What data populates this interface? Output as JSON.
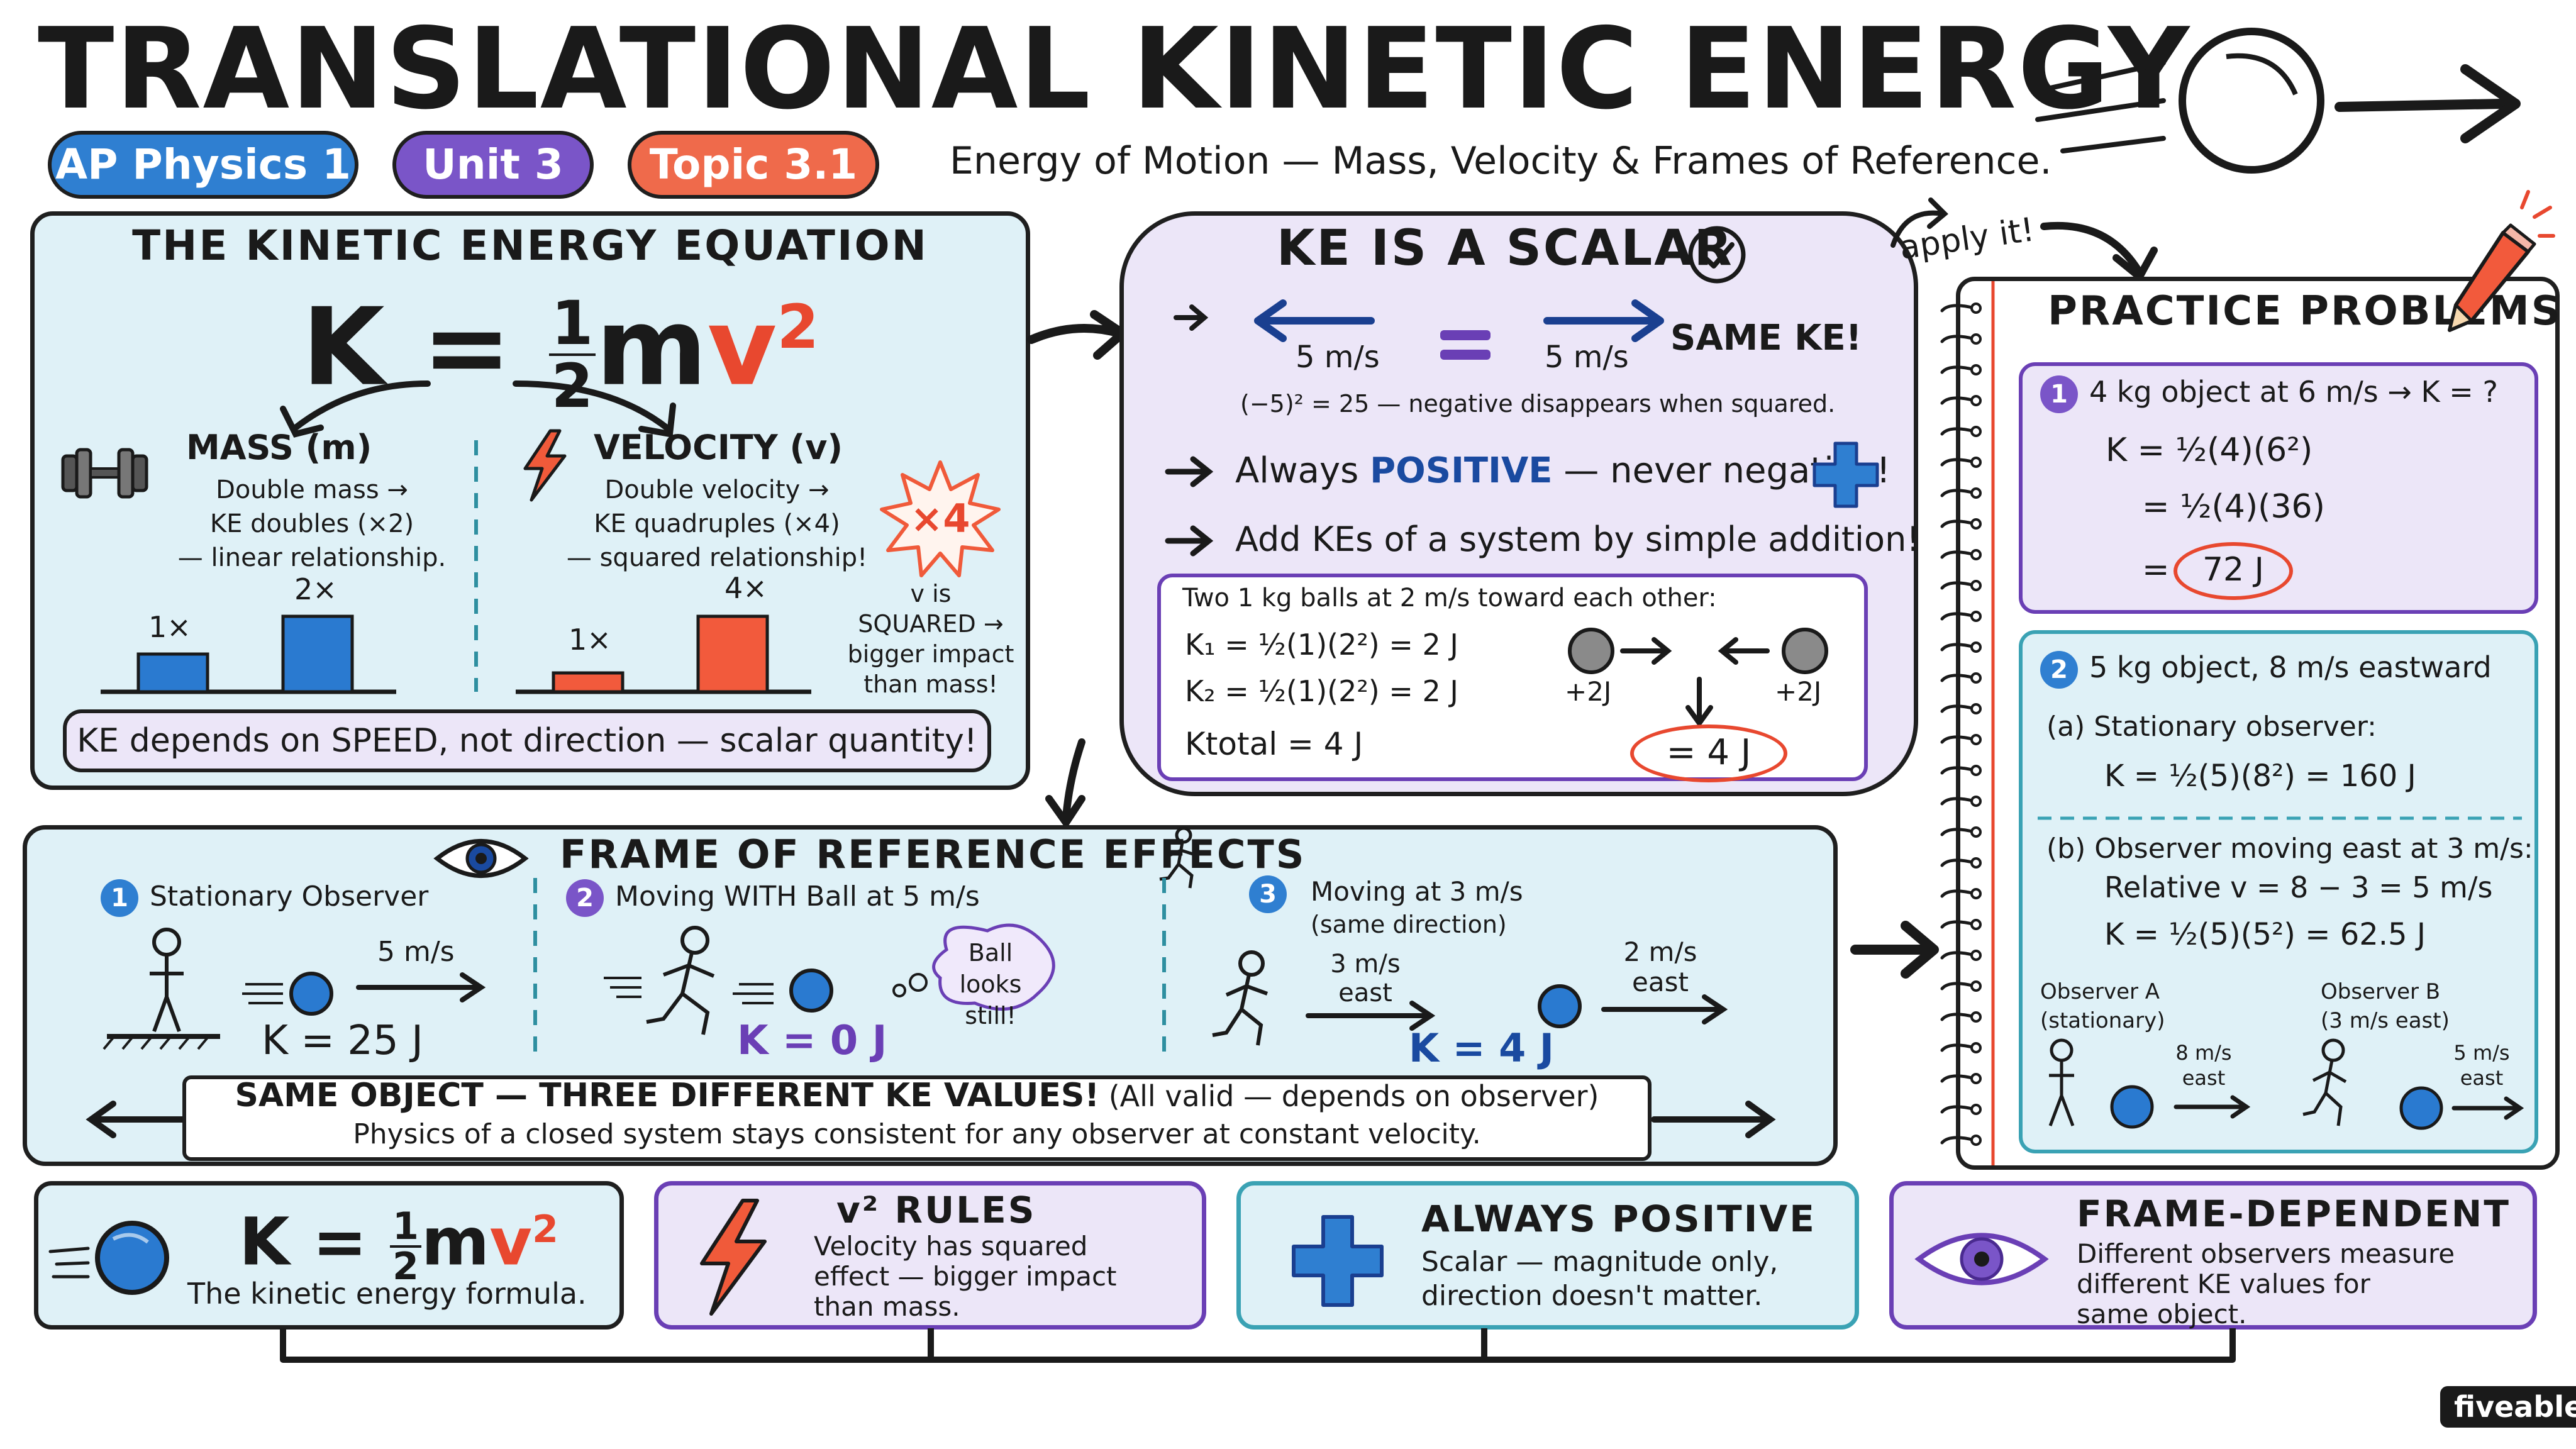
{
  "header": {
    "title": "TRANSLATIONAL KINETIC ENERGY",
    "badges": [
      "AP Physics 1",
      "Unit 3",
      "Topic 3.1"
    ],
    "subtitle": "Energy of Motion — Mass, Velocity & Frames of Reference."
  },
  "equation_panel": {
    "title": "THE KINETIC ENERGY EQUATION",
    "eq_k": "K =",
    "eq_num": "1",
    "eq_den": "2",
    "eq_m": "m",
    "eq_v": "v",
    "eq_exp": "2",
    "mass_heading": "MASS (m)",
    "mass_lines": [
      "Double mass →",
      "KE doubles (×2)",
      "— linear relationship."
    ],
    "mass_bar_labels": [
      "1×",
      "2×"
    ],
    "mass_bar_values": [
      1,
      2
    ],
    "velocity_heading": "VELOCITY (v)",
    "velocity_lines": [
      "Double velocity →",
      "KE quadruples (×4)",
      "— squared relationship!"
    ],
    "velocity_bar_labels": [
      "1×",
      "4×"
    ],
    "velocity_bar_values": [
      1,
      4
    ],
    "x4_badge": "×4",
    "v_note": [
      "v is",
      "SQUARED →",
      "bigger impact",
      "than mass!"
    ],
    "footer": "KE depends on SPEED, not direction — scalar quantity!"
  },
  "scalar_panel": {
    "title": "KE IS A SCALAR",
    "left_speed": "5 m/s",
    "right_speed": "5 m/s",
    "same": "SAME KE!",
    "square_note": "(−5)² = 25 — negative disappears when squared.",
    "always_prefix": "Always ",
    "always_positive": "POSITIVE",
    "always_suffix": " — never negative!",
    "add_line": "Add KEs of a system by simple addition!",
    "box_title": "Two 1 kg balls at 2 m/s toward each other:",
    "k1": "K₁ = ½(1)(2²) = 2 J",
    "k2": "K₂ = ½(1)(2²) = 2 J",
    "ktotal": "Ktotal = 4 J",
    "left_ball_label": "+2J",
    "right_ball_label": "+2J",
    "result": "= 4 J"
  },
  "apply": "apply it!",
  "practice": {
    "title": "PRACTICE PROBLEMS",
    "p1_num": "1",
    "p1_title": "4 kg object at 6 m/s → K = ?",
    "p1_l1": "K = ½(4)(6²)",
    "p1_l2": "= ½(4)(36)",
    "p1_ans": "72 J",
    "p2_num": "2",
    "p2_title": "5 kg object, 8 m/s eastward",
    "p2_a": "(a) Stationary observer:",
    "p2_a_eq": "K = ½(5)(8²) = 160 J",
    "p2_b": "(b) Observer moving east at 3 m/s:",
    "p2_b_rel": "Relative v = 8 − 3 = 5 m/s",
    "p2_b_eq": "K = ½(5)(5²) = 62.5 J",
    "obs_a": [
      "Observer A",
      "(stationary)"
    ],
    "obs_b": [
      "Observer B",
      "(3 m/s east)"
    ],
    "obs_a_speed": [
      "8 m/s",
      "east"
    ],
    "obs_b_speed": [
      "5 m/s",
      "east"
    ]
  },
  "frame_panel": {
    "title": "FRAME OF REFERENCE EFFECTS",
    "s1_num": "1",
    "s1_title": "Stationary Observer",
    "s1_speed": "5 m/s",
    "s1_k": "K = 25 J",
    "s2_num": "2",
    "s2_title": "Moving WITH Ball at 5 m/s",
    "s2_bubble": [
      "Ball looks",
      "still!"
    ],
    "s2_k": "K = 0 J",
    "s3_num": "3",
    "s3_title": [
      "Moving at 3 m/s",
      "(same direction)"
    ],
    "s3_obs_speed": [
      "3 m/s",
      "east"
    ],
    "s3_ball_speed": [
      "2 m/s",
      "east"
    ],
    "s3_k": "K = 4 J",
    "banner_main": "SAME OBJECT — THREE DIFFERENT KE VALUES!",
    "banner_paren": " (All valid — depends on observer)",
    "banner_sub": "Physics of a closed system stays consistent for any observer at constant velocity."
  },
  "summary": {
    "c1_eq_k": "K =",
    "c1_num": "1",
    "c1_den": "2",
    "c1_m": "m",
    "c1_v": "v",
    "c1_exp": "2",
    "c1_text": "The kinetic energy formula.",
    "c2_title": "v² RULES",
    "c2_text": [
      "Velocity has squared",
      "effect — bigger impact",
      "than mass."
    ],
    "c3_title": "ALWAYS POSITIVE",
    "c3_text": [
      "Scalar — magnitude only,",
      "direction doesn't matter."
    ],
    "c4_title": "FRAME-DEPENDENT",
    "c4_text": [
      "Different observers measure",
      "different KE values for",
      "same object."
    ]
  },
  "logo": "fiveable",
  "colors": {
    "blue_badge": "#2f7fd1",
    "purple_badge": "#7a55c8",
    "red_badge": "#ef6a4b",
    "blue_panel": "#dff1f7",
    "purple_panel": "#ece6f8",
    "bar_blue": "#2a7ad0",
    "bar_red": "#f25a3c"
  }
}
